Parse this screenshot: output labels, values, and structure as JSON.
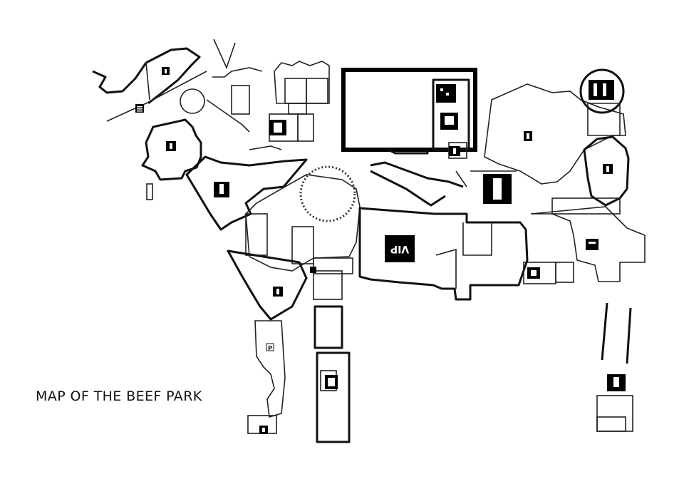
{
  "title": "MAP OF THE BEEF PARK",
  "labels": {
    "vip": "VIP",
    "parking": "P"
  },
  "icons": [
    "restroom-icon",
    "elevator-icon",
    "stairs-icon",
    "info-icon",
    "parking-icon",
    "vip-icon",
    "restaurant-icon",
    "exit-icon"
  ],
  "colors": {
    "background": "#ffffff",
    "lines": "#111111"
  }
}
